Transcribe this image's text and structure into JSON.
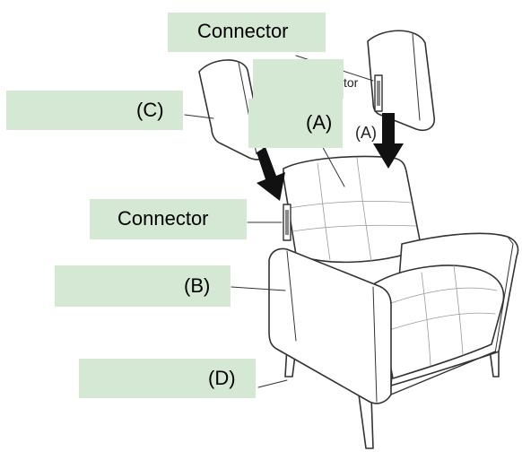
{
  "labels": {
    "connector_top": "Connector",
    "connector_side": "Connector",
    "part_a": "(A)",
    "part_a_small": "(A)",
    "part_b": "(B)",
    "part_c": "(C)",
    "part_d": "(D)",
    "connector_fragment": "tor"
  },
  "colors": {
    "label_fill": "#d5e8d4",
    "line": "#333333",
    "arrow": "#111111"
  }
}
